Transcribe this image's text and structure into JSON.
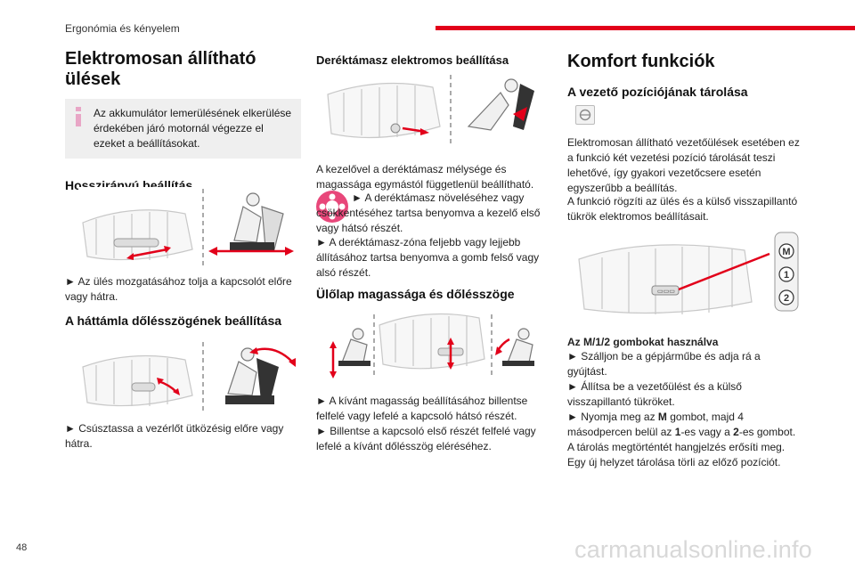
{
  "header": {
    "section": "Ergonómia és kényelem",
    "page_number": "48"
  },
  "watermark": "carmanualsonline.info",
  "col1": {
    "title": "Elektromosan állítható ülések",
    "info": "Az akkumulátor lemerülésének elkerülése érdekében járó motornál végezze el ezeket a beállításokat.",
    "h_longitudinal": "Hosszirányú beállítás",
    "p_longitudinal": "► Az ülés mozgatásához tolja a kapcsolót előre vagy hátra.",
    "h_backrest": "A háttámla dőlésszögének beállítása",
    "p_backrest": "► Csúsztassa a vezérlőt ütközésig előre vagy hátra."
  },
  "col2": {
    "h_lumbar": "Deréktámasz elektromos beállítása",
    "p_lumbar_1": "A kezelővel a deréktámasz mélysége és magassága egymástól függetlenül beállítható.",
    "p_lumbar_2": "► A deréktámasz növeléséhez vagy csökkentéséhez tartsa benyomva a kezelő első vagy hátsó részét.",
    "p_lumbar_3": "► A deréktámasz-zóna feljebb vagy lejjebb állításához tartsa benyomva a gomb felső vagy alsó részét.",
    "h_cushion": "Ülőlap magassága és dőlésszöge",
    "p_cushion_1": "► A kívánt magasság beállításához billentse felfelé vagy lefelé a kapcsoló hátsó részét.",
    "p_cushion_2": "► Billentse a kapcsoló első részét felfelé vagy lefelé a kívánt dőlésszög eléréséhez."
  },
  "col3": {
    "title": "Komfort funkciók",
    "h_memory": "A vezető pozíciójának tárolása",
    "p_memory_1": "Elektromosan állítható vezetőülések esetében ez a funkció két vezetési pozíció tárolását teszi lehetővé, így gyakori vezetőcsere esetén egyszerűbb a beállítás.",
    "p_memory_2": "A funkció rögzíti az ülés és a külső visszapillantó tükrök elektromos beállításait.",
    "buttons": [
      "M",
      "1",
      "2"
    ],
    "h_using": "Az M/1/2 gombokat használva",
    "p_using_1": "► Szálljon be a gépjárműbe és adja rá a gyújtást.",
    "p_using_2": "► Állítsa be a vezetőülést és a külső visszapillantó tükröket.",
    "p_using_3_a": "► Nyomja meg az ",
    "p_using_3_b": "M",
    "p_using_3_c": " gombot, majd 4 másodpercen belül az ",
    "p_using_3_d": "1",
    "p_using_3_e": "-es vagy a ",
    "p_using_3_f": "2",
    "p_using_3_g": "-es gombot.",
    "p_using_4": "A tárolás megtörténtét hangjelzés erősíti meg.",
    "p_using_5": "Egy új helyzet tárolása törli az előző pozíciót."
  },
  "colors": {
    "accent": "#e2001a",
    "arrow": "#e2001a",
    "info_icon": "#e8a6c6",
    "stepper": "#e8477a"
  }
}
